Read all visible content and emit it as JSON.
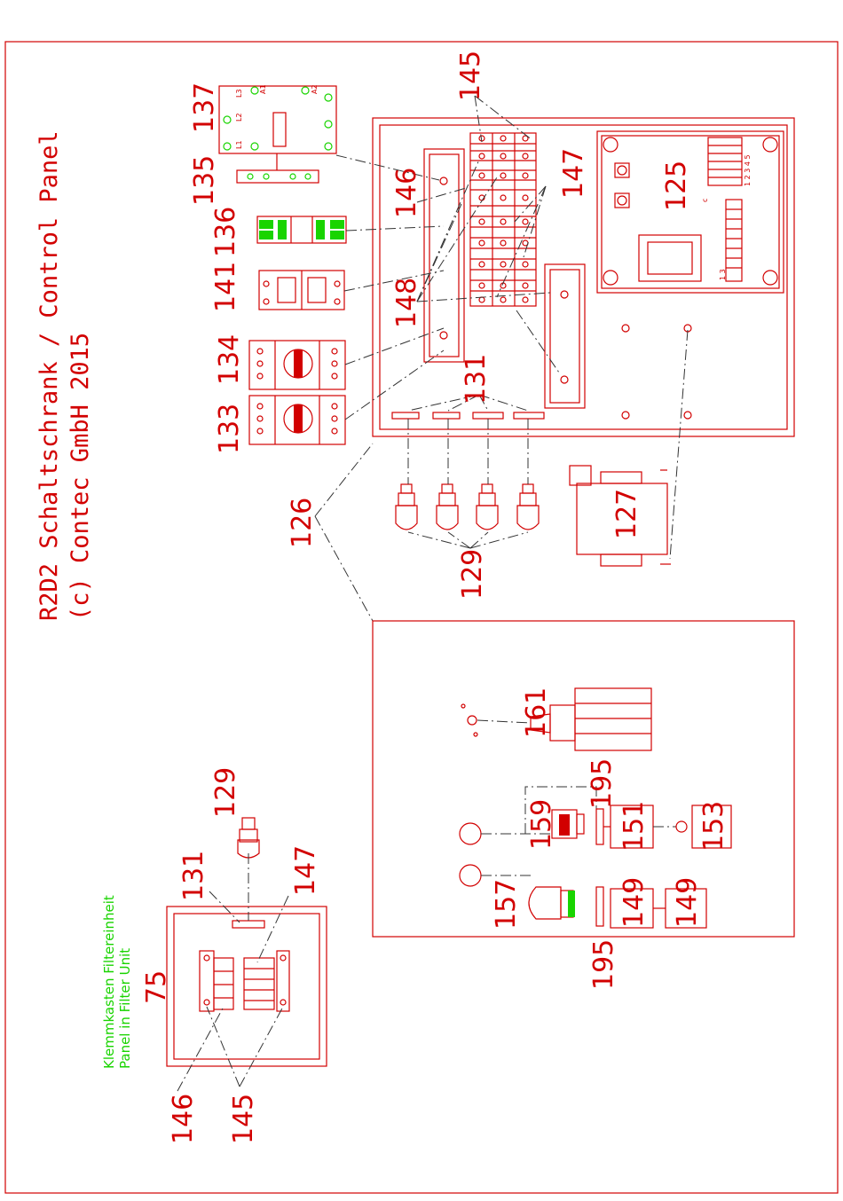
{
  "title": {
    "line1": "R2D2 Schaltschrank / Control Panel",
    "line2": "(c) Contec GmbH 2015"
  },
  "filter_unit": {
    "line1": "Klemmkasten Filtereinheit",
    "line2": "Panel in Filter Unit",
    "number": "75"
  },
  "callouts": {
    "c125": "125",
    "c126": "126",
    "c127": "127",
    "c129": "129",
    "c129b": "129",
    "c131": "131",
    "c131b": "131",
    "c133": "133",
    "c134": "134",
    "c135": "135",
    "c136": "136",
    "c137": "137",
    "c141": "141",
    "c145": "145",
    "c145b": "145",
    "c146": "146",
    "c146b": "146",
    "c147": "147",
    "c147b": "147",
    "c148": "148",
    "c149a": "149",
    "c149b": "149",
    "c151": "151",
    "c153": "153",
    "c157": "157",
    "c159": "159",
    "c161": "161",
    "c195a": "195",
    "c195b": "195"
  },
  "terminal_marks": {
    "a1": "A1",
    "a2": "A2",
    "l1": "L1",
    "l2": "L2",
    "l3": "L3",
    "c": "c",
    "n1": "1 3",
    "n2": "1 2 3 4 5"
  },
  "colors": {
    "line": "#d20000",
    "accent": "#19d400",
    "leader": "#333333"
  }
}
